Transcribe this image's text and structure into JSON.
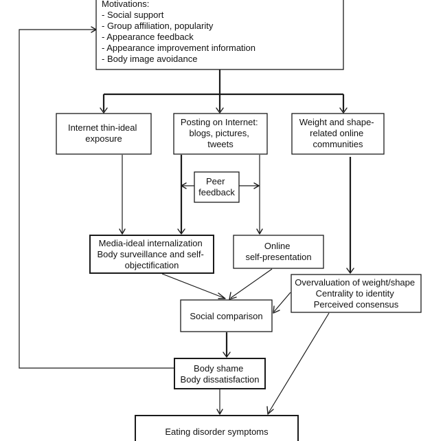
{
  "nodes": {
    "motivations": {
      "lines": [
        "Motivations:",
        "- Social support",
        "- Group affiliation, popularity",
        "- Appearance feedback",
        "- Appearance improvement information",
        "- Body image avoidance"
      ]
    },
    "thin_ideal": {
      "lines": [
        "Internet thin-ideal",
        "exposure"
      ]
    },
    "posting": {
      "lines": [
        "Posting on Internet:",
        "blogs, pictures,",
        "tweets"
      ]
    },
    "communities": {
      "lines": [
        "Weight and shape-",
        "related online",
        "communities"
      ]
    },
    "peer_feedback": {
      "lines": [
        "Peer",
        "feedback"
      ]
    },
    "internalization": {
      "lines": [
        "Media-ideal internalization",
        "Body surveillance and self-",
        "objectification"
      ]
    },
    "self_presentation": {
      "lines": [
        "Online",
        "self-presentation"
      ]
    },
    "overvaluation": {
      "lines": [
        "Overvaluation of weight/shape",
        "Centrality to identity",
        "Perceived consensus"
      ]
    },
    "social_comparison": {
      "lines": [
        "Social comparison"
      ]
    },
    "body_shame": {
      "lines": [
        "Body shame",
        "Body dissatisfaction"
      ]
    },
    "eating_disorder": {
      "lines": [
        "Eating disorder symptoms"
      ]
    }
  }
}
